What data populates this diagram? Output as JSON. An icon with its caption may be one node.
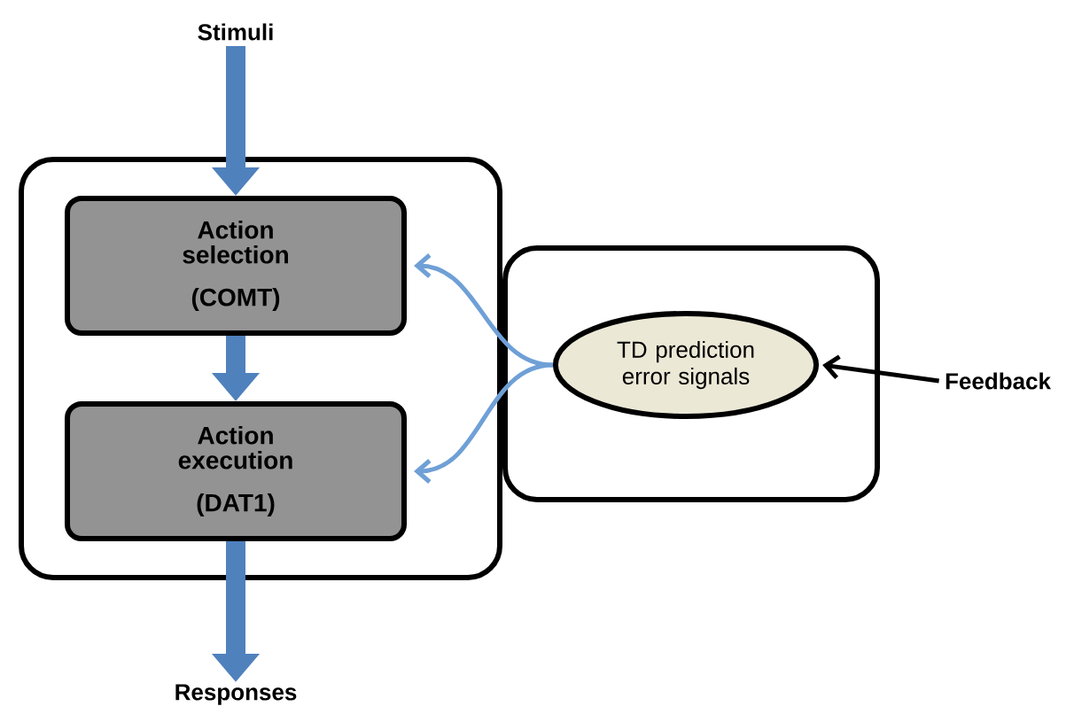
{
  "diagram": {
    "nodes": [
      {
        "text": [
          "Stimuli"
        ]
      },
      {
        "text": [],
        "shape": "box"
      },
      {
        "text": [
          "Action selection",
          "(COMT)"
        ],
        "in": 1
      },
      {
        "text": [
          "Action execution",
          "(DAT1)"
        ],
        "in": 1
      },
      {
        "text": [],
        "shape": "box"
      },
      {
        "text": [
          "TD prediction error signals"
        ],
        "in": 4
      },
      {
        "text": [
          "Feedback"
        ]
      },
      {
        "text": [
          "Responses"
        ]
      }
    ],
    "edges": [
      {
        "from": 0,
        "to": 2,
        "arrow": "to",
        "style": "thick",
        "color": "#4f81bd"
      },
      {
        "from": 2,
        "to": 3,
        "arrow": "to",
        "style": "thick",
        "color": "#4f81bd"
      },
      {
        "from": 3,
        "to": 7,
        "arrow": "to",
        "style": "thick",
        "color": "#4f81bd"
      },
      {
        "from": 5,
        "to": 2,
        "arrow": "to",
        "color": "#6fa0d6"
      },
      {
        "from": 5,
        "to": 3,
        "arrow": "to",
        "color": "#6fa0d6"
      },
      {
        "from": 6,
        "to": 5,
        "arrow": "to",
        "color": "#000000"
      }
    ]
  }
}
